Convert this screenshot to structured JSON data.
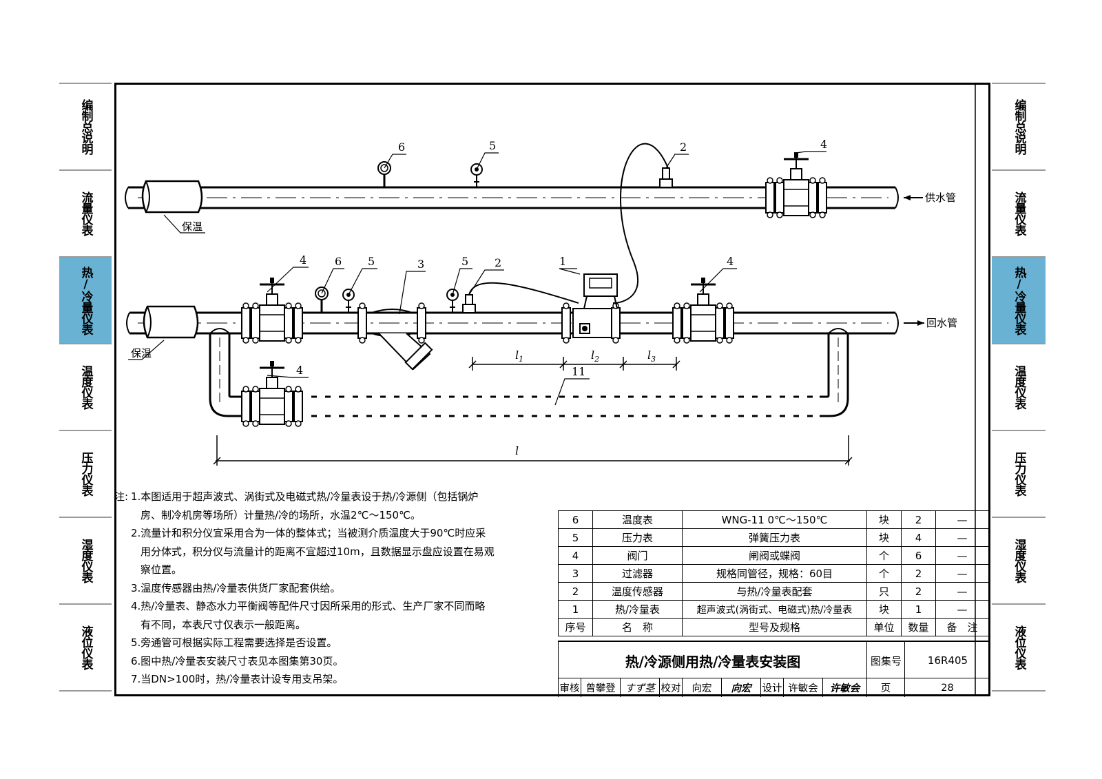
{
  "nav_left": [
    "编制总说明",
    "流量仪表",
    "热/冷量仪表",
    "温度仪表",
    "压力仪表",
    "湿度仪表",
    "液位仪表"
  ],
  "nav_right": [
    "编制总说明",
    "流量仪表",
    "热/冷量仪表",
    "温度仪表",
    "压力仪表",
    "湿度仪表",
    "液位仪表"
  ],
  "nav_active": "热/冷量仪表",
  "diagram": {
    "supply_label": "供水管",
    "return_label": "回水管",
    "insulation_label": "保温",
    "callouts": {
      "c1": "1",
      "c2": "2",
      "c3": "3",
      "c4": "4",
      "c5": "5",
      "c6": "6",
      "c11": "11",
      "dim_l": "l",
      "dim_l1": "l1",
      "dim_l2": "l2",
      "dim_l3": "l3"
    }
  },
  "notes": {
    "head": "注:",
    "items": [
      "1.本图适用于超声波式、涡街式及电磁式热/冷量表设于热/冷源侧（包括锅炉房、制冷机房等场所）计量热/冷的场所，水温2℃～150℃。",
      "2.流量计和积分仪宜采用合为一体的整体式；当被测介质温度大于90℃时应采用分体式，积分仪与流量计的距离不宜超过10m，且数据显示盘应设置在易观察位置。",
      "3.温度传感器由热/冷量表供货厂家配套供给。",
      "4.热/冷量表、静态水力平衡阀等配件尺寸因所采用的形式、生产厂家不同而略有不同，本表尺寸仅表示一般距离。",
      "5.旁通管可根据实际工程需要选择是否设置。",
      "6.图中热/冷量表安装尺寸表见本图集第30页。",
      "7.当DN>100时，热/冷量表计设专用支吊架。"
    ]
  },
  "bom": {
    "header": {
      "no": "序号",
      "name": "名　称",
      "spec": "型号及规格",
      "unit": "单位",
      "qty": "数量",
      "remark": "备　注"
    },
    "rows": [
      {
        "no": "6",
        "name": "温度表",
        "spec": "WNG-11 0℃～150℃",
        "unit": "块",
        "qty": "2",
        "remark": "—"
      },
      {
        "no": "5",
        "name": "压力表",
        "spec": "弹簧压力表",
        "unit": "块",
        "qty": "4",
        "remark": "—"
      },
      {
        "no": "4",
        "name": "阀门",
        "spec": "闸阀或蝶阀",
        "unit": "个",
        "qty": "6",
        "remark": "—"
      },
      {
        "no": "3",
        "name": "过滤器",
        "spec": "规格同管径，规格：60目",
        "unit": "个",
        "qty": "2",
        "remark": "—"
      },
      {
        "no": "2",
        "name": "温度传感器",
        "spec": "与热/冷量表配套",
        "unit": "只",
        "qty": "2",
        "remark": "—"
      },
      {
        "no": "1",
        "name": "热/冷量表",
        "spec": "超声波式(涡街式、电磁式)热/冷量表",
        "unit": "块",
        "qty": "1",
        "remark": "—"
      }
    ]
  },
  "title_block": {
    "title": "热/冷源侧用热/冷量表安装图",
    "atlas_label": "图集号",
    "atlas_no": "16R405",
    "page_label": "页",
    "page_no": "28",
    "review_label": "审核",
    "reviewer": "曾攀登",
    "reviewer_sig": "すず茎",
    "check_label": "校对",
    "checker": "向宏",
    "checker_sig": "向宏",
    "design_label": "设计",
    "designer": "许敏会",
    "designer_sig": "许敏会"
  }
}
